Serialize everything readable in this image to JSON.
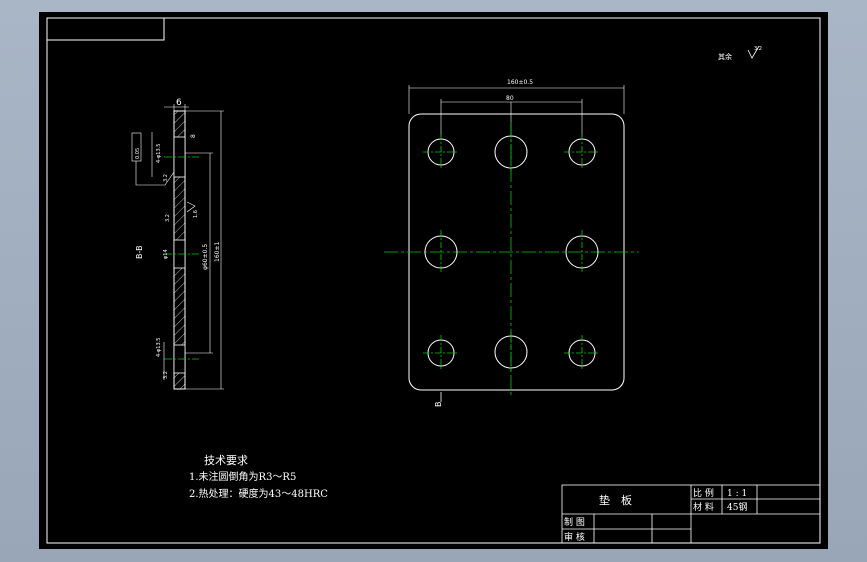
{
  "drawing": {
    "section_label": "B-B",
    "roughness_note": "其余",
    "roughness_symbol": "3.2",
    "datum_label": "B",
    "dimensions": {
      "thickness": "6",
      "overall_width": "160±0.5",
      "hole_span": "80",
      "left_hole_spacing_a": "φ60±0.5",
      "left_hole_spacing_b": "160±1",
      "top_hole_callout": "4-φ13.5",
      "mid_hole_callout": "φ14",
      "bottom_hole_callout": "4-φ13.5",
      "flatness_tolerance": "0.05",
      "roughness_1": "3.2",
      "roughness_2": "3.2",
      "roughness_3": "1.6",
      "dim_small": "8"
    }
  },
  "notes": {
    "title": "技术要求",
    "items": [
      "1.未注圆倒角为R3～R5",
      "2.热处理：硬度为43～48HRC"
    ]
  },
  "title_block": {
    "part_name": "垫　板",
    "scale_label": "比 例",
    "scale_value": "1 : 1",
    "material_label": "材 料",
    "material_value": "45钢",
    "drawn_label": "制 图",
    "checked_label": "审 核"
  },
  "colors": {
    "outline": "#ffffff",
    "centerline": "#00cc00",
    "dimension": "#ffffff",
    "background": "#000000",
    "window": "#9aa8ba"
  }
}
